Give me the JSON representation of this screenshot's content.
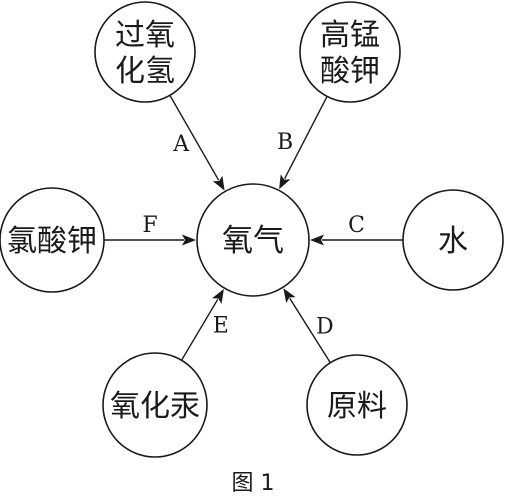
{
  "center": {
    "label": "氧气"
  },
  "sources": [
    {
      "id": "h2o2",
      "lines": [
        "过氧",
        "化氢"
      ]
    },
    {
      "id": "kmno4",
      "lines": [
        "高锰",
        "酸钾"
      ]
    },
    {
      "id": "water",
      "lines": [
        "水"
      ]
    },
    {
      "id": "feedstock",
      "lines": [
        "原料"
      ]
    },
    {
      "id": "hgo",
      "lines": [
        "氧化汞"
      ]
    },
    {
      "id": "kclo3",
      "lines": [
        "氯酸钾"
      ]
    }
  ],
  "edges": [
    {
      "from": "h2o2",
      "label": "A"
    },
    {
      "from": "kmno4",
      "label": "B"
    },
    {
      "from": "water",
      "label": "C"
    },
    {
      "from": "feedstock",
      "label": "D"
    },
    {
      "from": "hgo",
      "label": "E"
    },
    {
      "from": "kclo3",
      "label": "F"
    }
  ],
  "caption": "图 1"
}
